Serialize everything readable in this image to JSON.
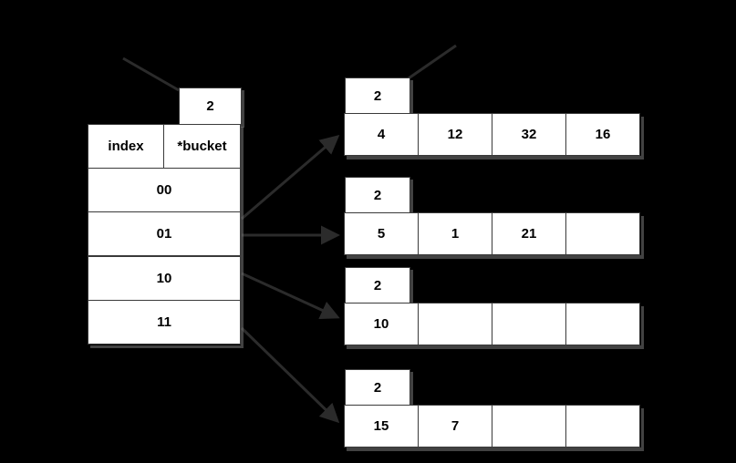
{
  "background_color": "#000000",
  "box_fill_color": "#ffffff",
  "box_border_color": "#3a3a3a",
  "shadow_color": "#787878",
  "connector_color": "#2b2b2b",
  "directory": {
    "global_depth_label": "2",
    "headers": [
      "index",
      "*bucket"
    ],
    "rows": [
      {
        "index": "00"
      },
      {
        "index": "01"
      },
      {
        "index": "10"
      },
      {
        "index": "11"
      }
    ]
  },
  "buckets": [
    {
      "local_depth": "2",
      "cells": [
        "4",
        "12",
        "32",
        "16"
      ]
    },
    {
      "local_depth": "2",
      "cells": [
        "5",
        "1",
        "21",
        ""
      ]
    },
    {
      "local_depth": "2",
      "cells": [
        "10",
        "",
        "",
        ""
      ]
    },
    {
      "local_depth": "2",
      "cells": [
        "15",
        "7",
        "",
        ""
      ]
    }
  ]
}
